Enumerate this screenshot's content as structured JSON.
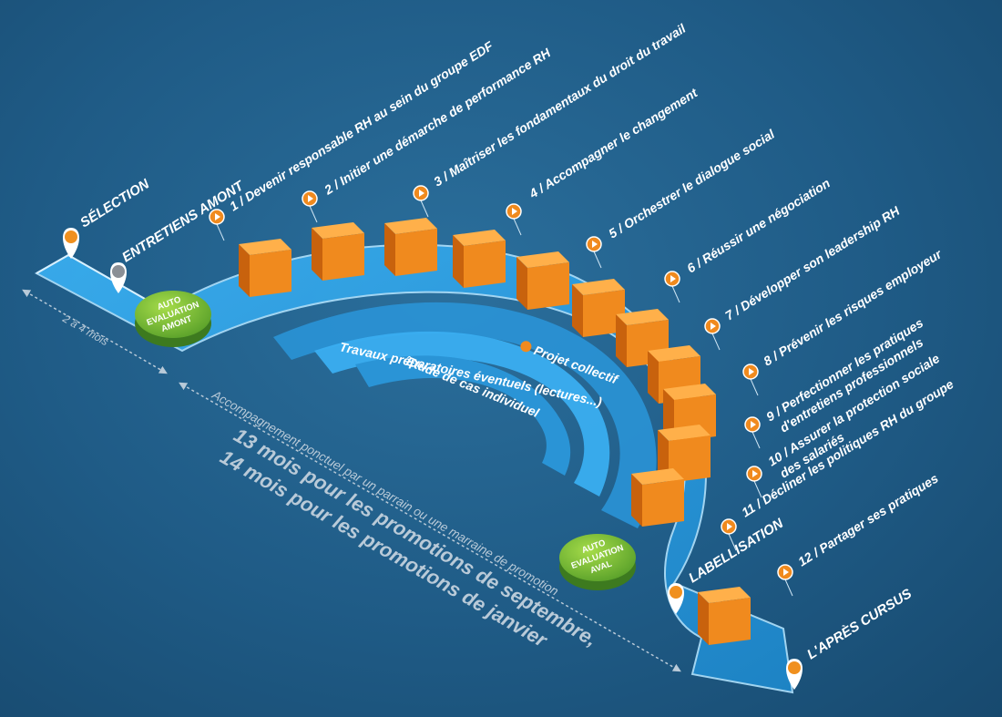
{
  "stages": {
    "selection": "SÉLECTION",
    "entretiens_amont": "ENTRETIENS AMONT",
    "labellisation": "LABELLISATION",
    "apres_cursus": "L'APRÈS CURSUS"
  },
  "modules": [
    "1 / Devenir responsable RH au sein du groupe EDF",
    "2 / Initier une démarche de performance RH",
    "3 / Maîtriser les fondamentaux du droit du travail",
    "4 / Accompagner le changement",
    "5 / Orchestrer le dialogue social",
    "6 / Réussir une négociation",
    "7 / Développer son leadership RH",
    "8 / Prévenir les risques employeur",
    "9 / Perfectionner les pratiques",
    "d'entretiens professionnels",
    "10 / Assurer la protection sociale",
    "des salariés",
    "11 / Décliner les politiques RH du groupe",
    "12 / Partager ses pratiques"
  ],
  "badges": {
    "amont": [
      "AUTO",
      "EVALUATION",
      "AMONT"
    ],
    "aval": [
      "AUTO",
      "EVALUATION",
      "AVAL"
    ]
  },
  "bands": {
    "projet": "Projet collectif",
    "travaux": "Travaux préparatoires éventuels (lectures...)",
    "etude": "Etude de cas individuel"
  },
  "durations": {
    "short": "2 à 4 mois",
    "accompagnement": "Accompagnement ponctuel par un parrain ou une marraine de promotion",
    "septembre": "13 mois pour les promotions de septembre,",
    "janvier": "14 mois pour les promotions de janvier"
  },
  "colors": {
    "background": "#1f5b86",
    "track": "#2e9ee0",
    "cube": "#f08a1e",
    "badge": "#7cc33a",
    "pin_orange": "#f0901f",
    "pin_grey": "#8a8f96"
  }
}
